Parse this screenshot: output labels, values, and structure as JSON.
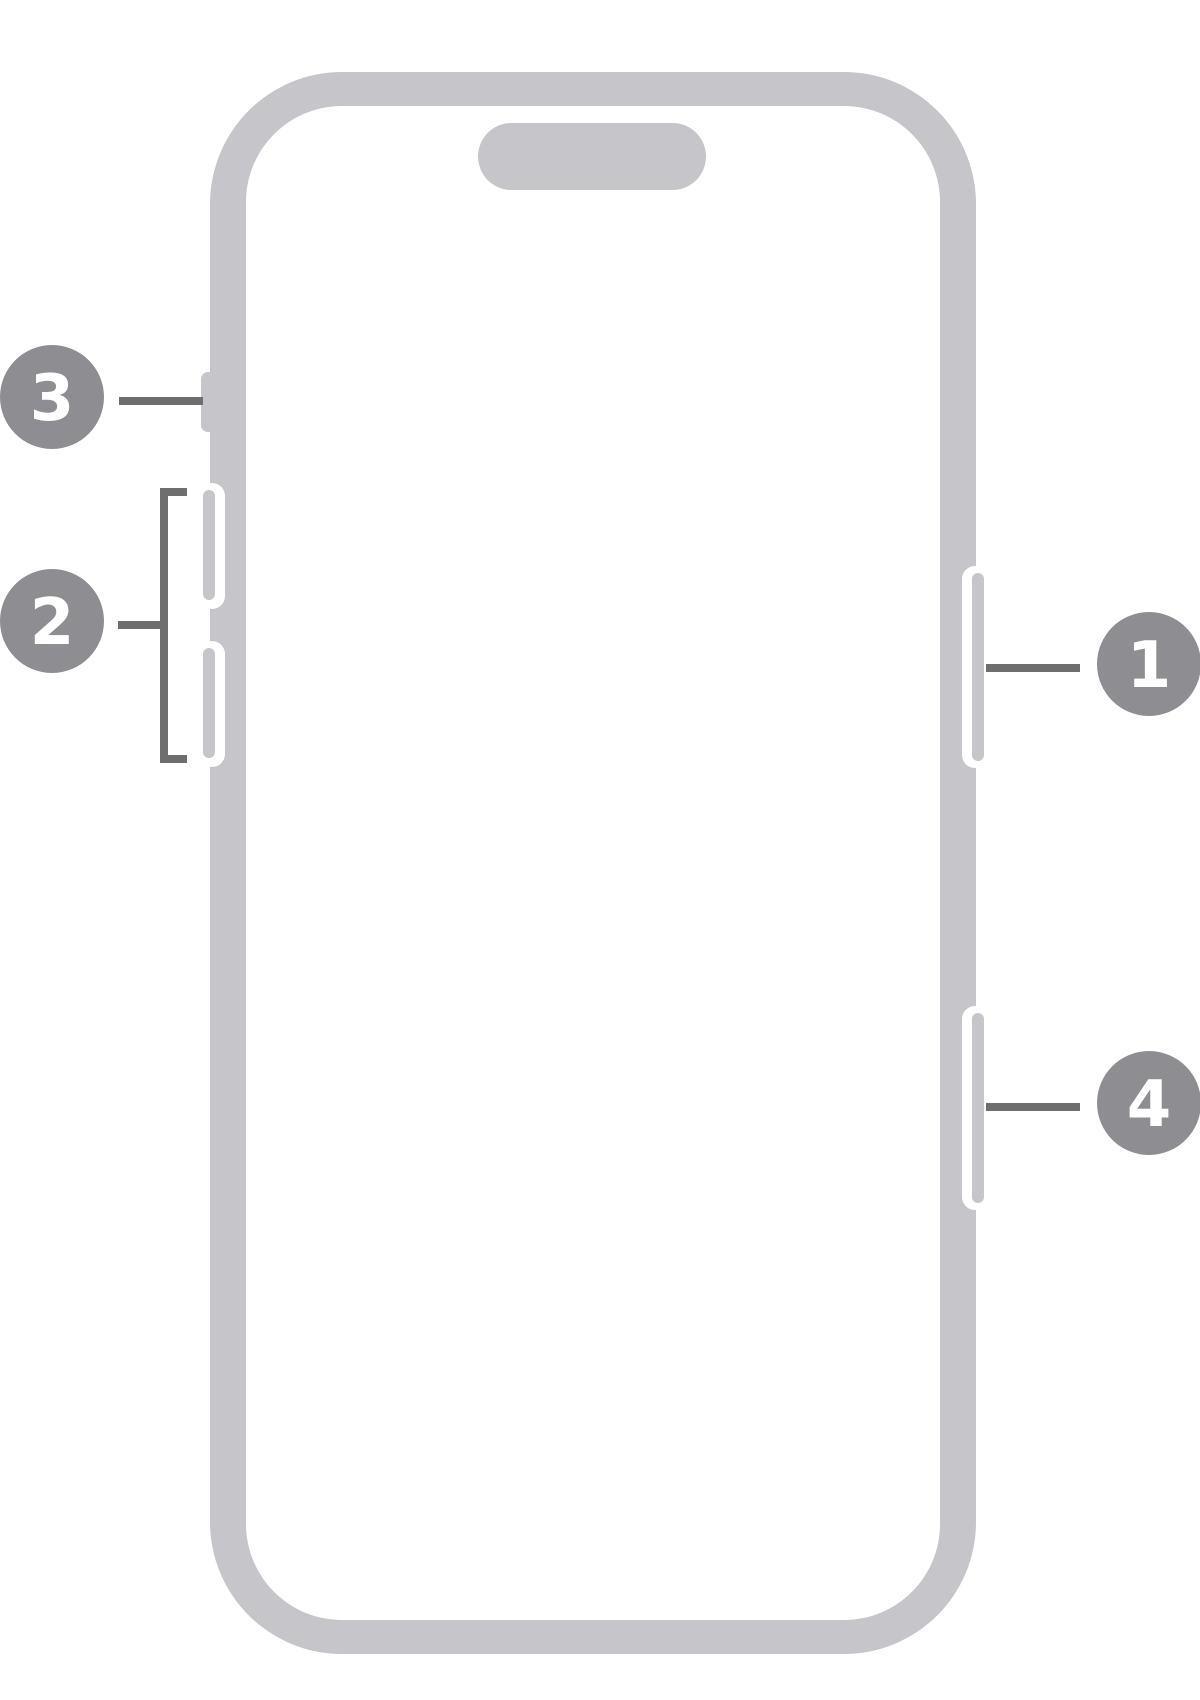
{
  "colors": {
    "frame": "#c6c5ca",
    "screen": "#ffffff",
    "badge": "#8e8d92",
    "leader": "#6e6e6e",
    "badge_text": "#ffffff"
  },
  "callouts": [
    {
      "id": "side-button",
      "number": "1",
      "icon": "numbered-badge"
    },
    {
      "id": "volume-buttons",
      "number": "2",
      "icon": "numbered-badge"
    },
    {
      "id": "action-button",
      "number": "3",
      "icon": "numbered-badge"
    },
    {
      "id": "camera-control",
      "number": "4",
      "icon": "numbered-badge"
    }
  ]
}
